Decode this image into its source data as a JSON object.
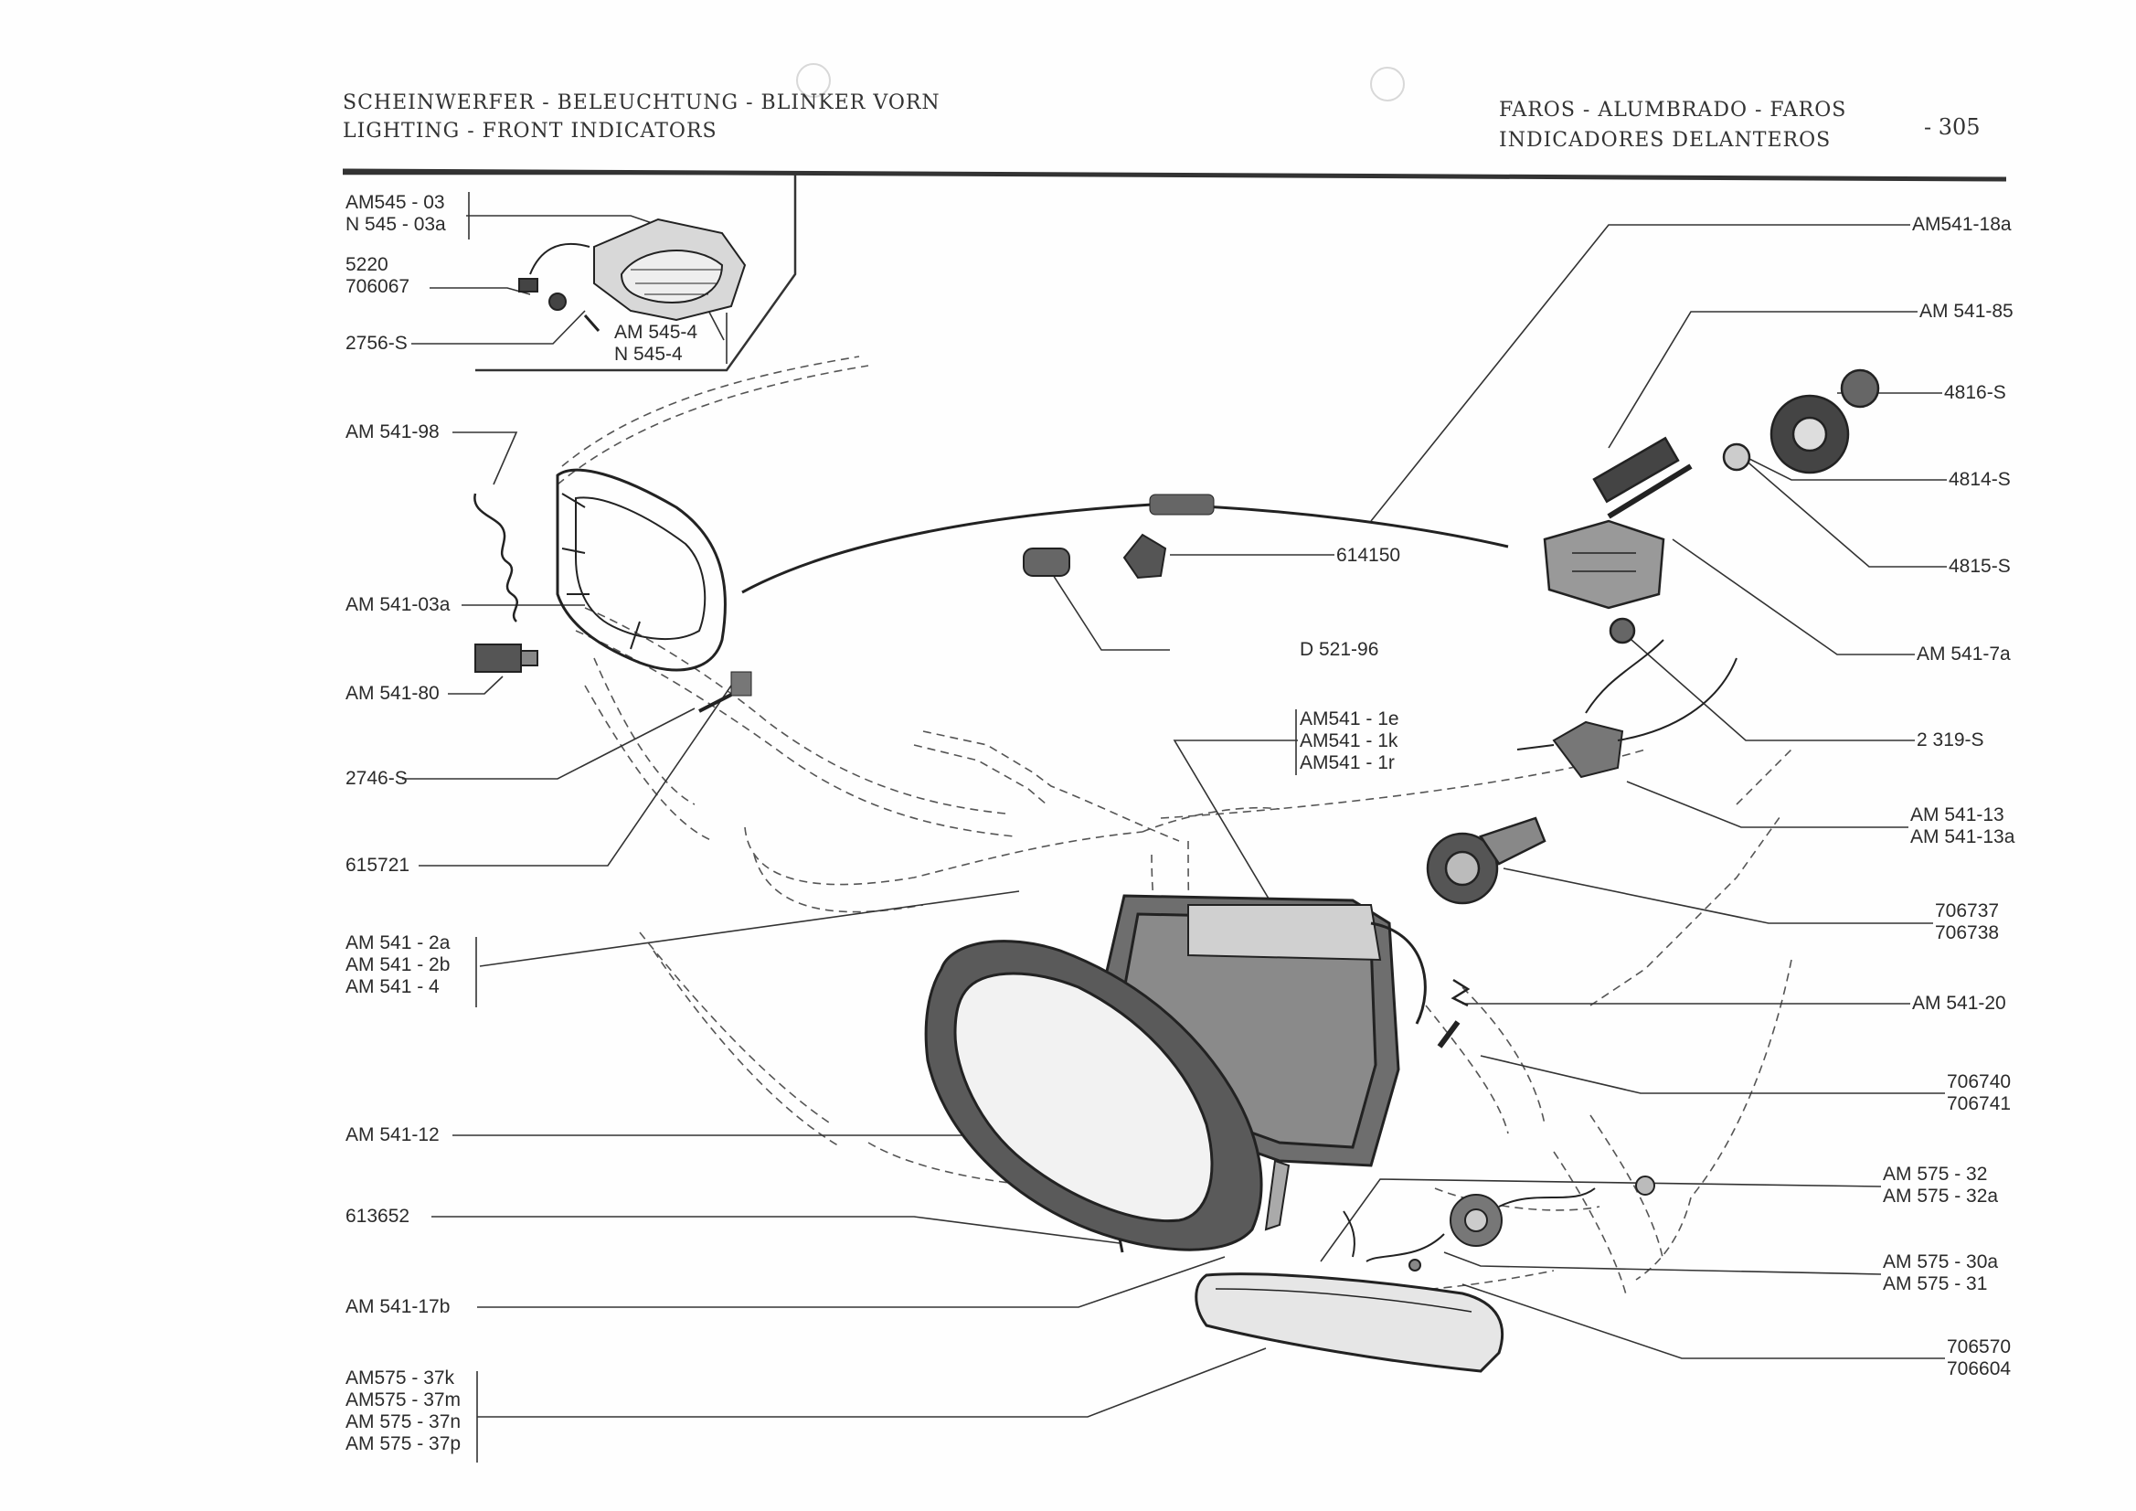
{
  "header": {
    "de": "SCHEINWERFER - BELEUCHTUNG - BLINKER VORN",
    "en": "LIGHTING - FRONT INDICATORS",
    "es1": "FAROS - ALUMBRADO - FAROS",
    "es2": "INDICADORES DELANTEROS",
    "page": "- 305"
  },
  "labels": {
    "l1a": "AM545 - 03",
    "l1b": "N 545 - 03a",
    "l2a": "5220",
    "l2b": "706067",
    "l3": "2756-S",
    "l4a": "AM 545-4",
    "l4b": "N 545-4",
    "l5": "AM 541-98",
    "l6": "AM 541-03a",
    "l7": "AM 541-80",
    "l8": "2746-S",
    "l9": "615721",
    "l10a": "AM 541 - 2a",
    "l10b": "AM 541 - 2b",
    "l10c": "AM 541 - 4",
    "l11": "AM 541-12",
    "l12": "613652",
    "l13": "AM 541-17b",
    "l14a": "AM575 - 37k",
    "l14b": "AM575 - 37m",
    "l14c": "AM 575 - 37n",
    "l14d": "AM 575 - 37p",
    "l15": "614150",
    "l16": "D 521-96",
    "l17a": "AM541 - 1e",
    "l17b": "AM541 - 1k",
    "l17c": "AM541 - 1r",
    "r1": "AM541-18a",
    "r2": "AM 541-85",
    "r3": "4816-S",
    "r4": "4814-S",
    "r5": "4815-S",
    "r6": "AM 541-7a",
    "r7": "2 319-S",
    "r8a": "AM 541-13",
    "r8b": "AM 541-13a",
    "r9a": "706737",
    "r9b": "706738",
    "r10": "AM 541-20",
    "r11a": "706740",
    "r11b": "706741",
    "r12a": "AM 575 - 32",
    "r12b": "AM 575 - 32a",
    "r13a": "AM 575 - 30a",
    "r13b": "AM 575 - 31",
    "r14a": "706570",
    "r14b": "706604"
  }
}
